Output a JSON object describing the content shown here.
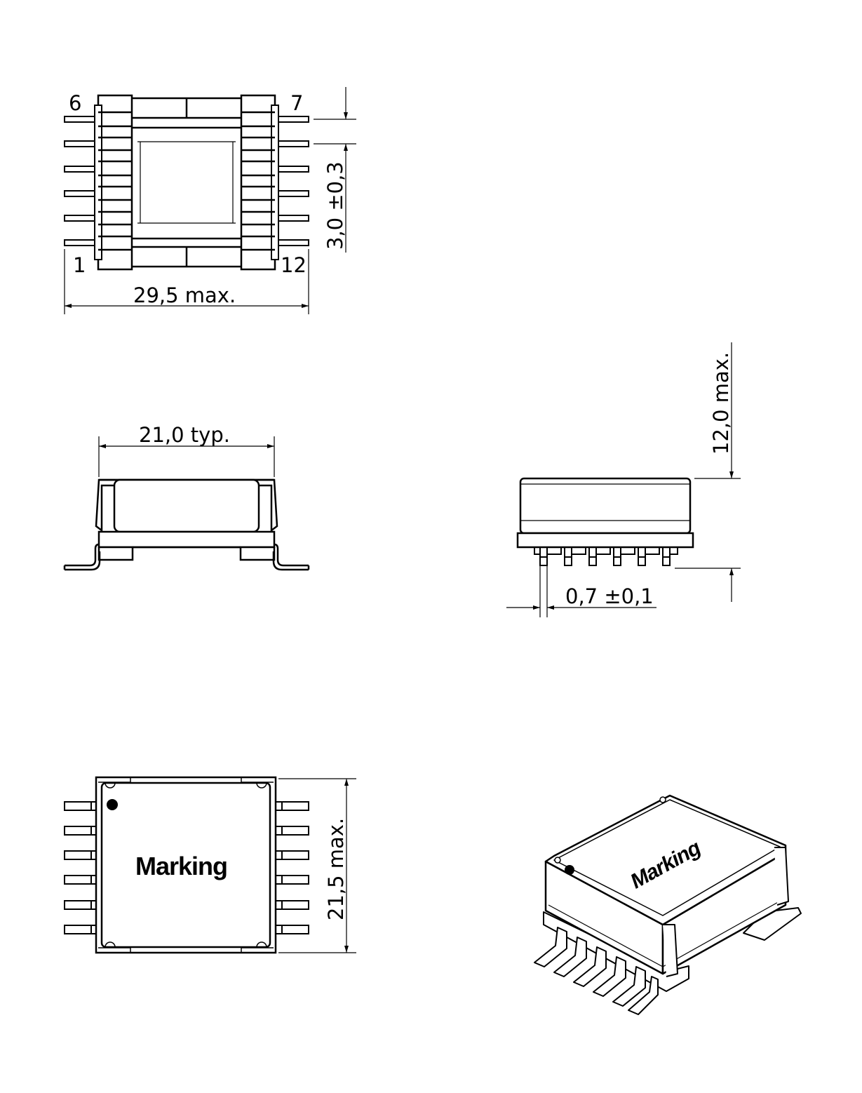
{
  "colors": {
    "line": "#000000",
    "background": "#ffffff"
  },
  "pins": {
    "top_left": "6",
    "top_right": "7",
    "bottom_left": "1",
    "bottom_right": "12"
  },
  "dimensions": {
    "overall_width": "29,5  max.",
    "pin_pitch": "3,0 ±0,3",
    "core_width": "21,0  typ.",
    "height": "12,0  max.",
    "pin_width": "0,7  ±0,1",
    "body_length": "21,5  max."
  },
  "marking": {
    "label": "Marking"
  }
}
